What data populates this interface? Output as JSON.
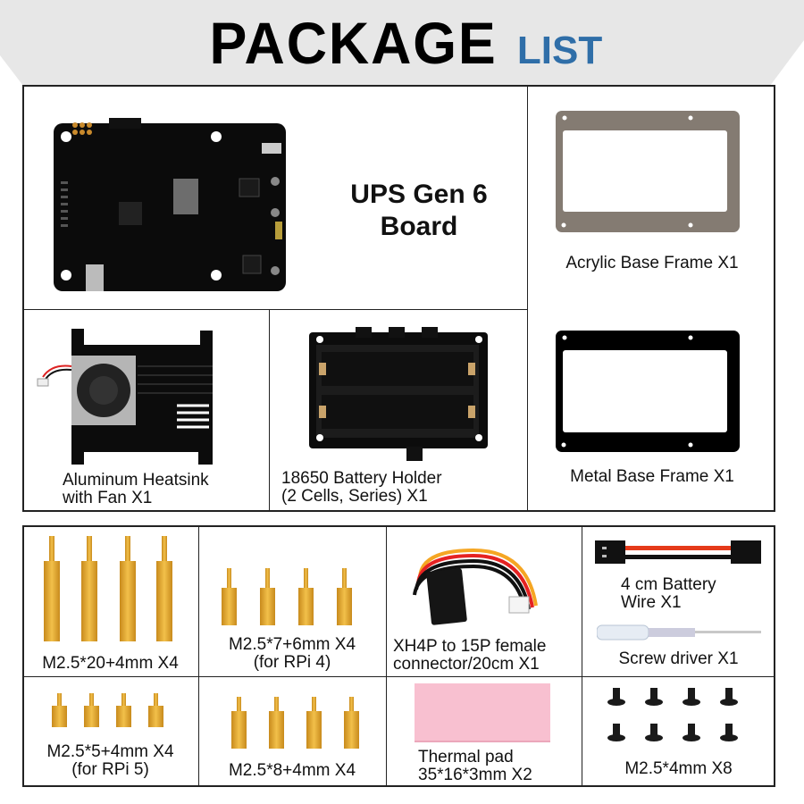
{
  "header": {
    "title_main": "PACKAGE",
    "title_accent": "LIST",
    "accent_color": "#2f6ea8",
    "banner_color": "#e7e7e7"
  },
  "items": {
    "ups_board": {
      "line1": "UPS Gen 6",
      "line2": "Board",
      "icon": "pcb-board-icon"
    },
    "acrylic_frame": {
      "label": "Acrylic Base Frame X1",
      "color": "#847b72",
      "icon": "acrylic-frame-icon"
    },
    "heatsink": {
      "line1": "Aluminum Heatsink",
      "line2": "with Fan X1",
      "icon": "heatsink-fan-icon"
    },
    "battery_holder": {
      "line1": "18650 Battery Holder",
      "line2": "(2 Cells, Series) X1",
      "icon": "battery-holder-icon"
    },
    "metal_frame": {
      "label": "Metal Base Frame X1",
      "color": "#000000",
      "icon": "metal-frame-icon"
    },
    "standoff_20": {
      "label": "M2.5*20+4mm X4",
      "icon": "standoff-icon"
    },
    "standoff_7": {
      "line1": "M2.5*7+6mm X4",
      "line2": "(for RPi 4)",
      "icon": "standoff-icon"
    },
    "sata_cable": {
      "line1": "XH4P to 15P female",
      "line2": "connector/20cm X1",
      "icon": "sata-cable-icon"
    },
    "battery_wire": {
      "line1": "4 cm Battery",
      "line2": "Wire X1",
      "icon": "battery-wire-icon"
    },
    "screwdriver": {
      "label": "Screw driver X1",
      "icon": "screwdriver-icon"
    },
    "standoff_5": {
      "line1": "M2.5*5+4mm X4",
      "line2": "(for RPi 5)",
      "icon": "standoff-icon"
    },
    "standoff_8": {
      "label": "M2.5*8+4mm X4",
      "icon": "standoff-icon"
    },
    "thermal_pad": {
      "line1": "Thermal pad",
      "line2": "35*16*3mm X2",
      "color": "#f8c0d0",
      "icon": "thermal-pad-icon"
    },
    "screws": {
      "label": "M2.5*4mm X8",
      "icon": "screw-icon"
    }
  }
}
